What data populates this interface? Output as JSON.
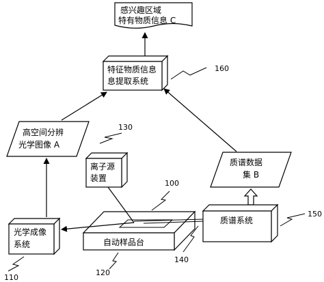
{
  "nodes": {
    "roi_info": {
      "line1": "感兴趣区域",
      "line2": "特有物质信息 C"
    },
    "extraction_system": {
      "line1": "特征物质信息",
      "line2": "息提取系统"
    },
    "optical_image": {
      "line1": "高空间分辨",
      "line2": "光学图像 A"
    },
    "ion_source": {
      "line1": "离子源",
      "line2": "装置"
    },
    "mass_spec_data": {
      "line1": "质谱数据",
      "line2": "集 B"
    },
    "optical_imaging": {
      "line1": "光学成像",
      "line2": "系统"
    },
    "sample_stage": {
      "label": "自动样品台"
    },
    "mass_spec_system": {
      "label": "质谱系统"
    }
  },
  "callouts": {
    "c160": "160",
    "c130": "130",
    "c100": "100",
    "c150": "150",
    "c110": "110",
    "c120": "120",
    "c140": "140"
  }
}
